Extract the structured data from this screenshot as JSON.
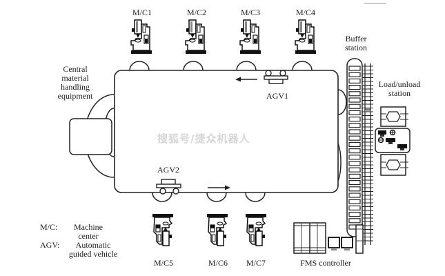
{
  "diagram": {
    "title": "Flexible manufacturing system layout",
    "machines_top": [
      {
        "id": "mc1",
        "label": "M/C1"
      },
      {
        "id": "mc2",
        "label": "M/C2"
      },
      {
        "id": "mc3",
        "label": "M/C3"
      },
      {
        "id": "mc4",
        "label": "M/C4"
      }
    ],
    "machines_bottom": [
      {
        "id": "mc5",
        "label": "M/C5"
      },
      {
        "id": "mc6",
        "label": "M/C6"
      },
      {
        "id": "mc7",
        "label": "M/C7"
      }
    ],
    "agvs": [
      {
        "id": "agv1",
        "label": "AGV1",
        "direction": "left"
      },
      {
        "id": "agv2",
        "label": "AGV2",
        "direction": "right"
      }
    ],
    "central_handling": {
      "label_lines": [
        "Central",
        "material",
        "handling",
        "equipment"
      ]
    },
    "buffer_station": {
      "label_lines": [
        "Buffer",
        "station"
      ]
    },
    "load_unload_station": {
      "label_lines": [
        "Load/unload",
        "station"
      ]
    },
    "fms_controller": {
      "label": "FMS controller"
    },
    "legend": [
      {
        "key": "M/C:",
        "value_lines": [
          "Machine",
          "center"
        ]
      },
      {
        "key": "AGV:",
        "value_lines": [
          "Automatic",
          "guided vehicle"
        ]
      }
    ],
    "watermark": "搜狐号/捷众机器人"
  }
}
